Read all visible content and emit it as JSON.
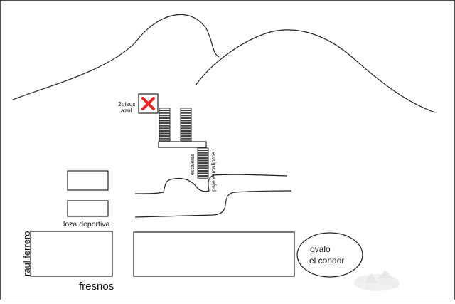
{
  "labels": {
    "house_note_line1": "2pisos",
    "house_note_line2": "azul",
    "escaleras": "escaleras",
    "psje_eucaliptos": "psje eucaliptos",
    "loza_deportiva": "loza deportiva",
    "raul_ferrero": "raul ferrero",
    "fresnos": "fresnos",
    "ovalo_line1": "ovalo",
    "ovalo_line2": "el condor"
  },
  "markers": {
    "destination": {
      "icon": "x-mark-icon",
      "color": "#e32222"
    }
  },
  "colors": {
    "ink": "#222222",
    "background": "#ffffff"
  }
}
